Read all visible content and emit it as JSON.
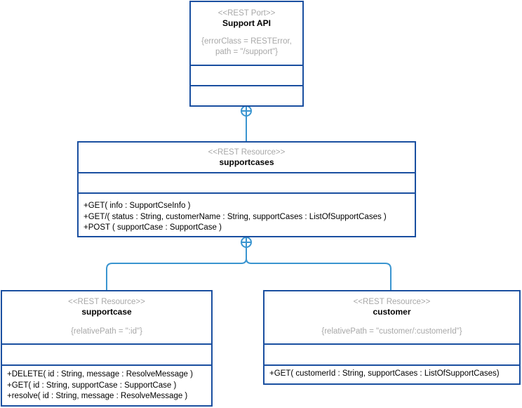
{
  "support_api": {
    "stereotype": "<<REST Port>>",
    "name": "Support API",
    "tags": [
      "{errorClass = RESTError,",
      "path = \"/support\"}"
    ]
  },
  "supportcases": {
    "stereotype": "<<REST Resource>>",
    "name": "supportcases",
    "operations": [
      "+GET( info : SupportCseInfo )",
      "+GET/( status : String, customerName : String, supportCases : ListOfSupportCases )",
      "+POST ( supportCase : SupportCase )"
    ]
  },
  "supportcase": {
    "stereotype": "<<REST Resource>>",
    "name": "supportcase",
    "tags": [
      "{relativePath = \":id\"}"
    ],
    "operations": [
      "+DELETE( id : String, message : ResolveMessage )",
      "+GET( id : String, supportCase : SupportCase )",
      "+resolve( id : String, message : ResolveMessage )"
    ]
  },
  "customer": {
    "stereotype": "<<REST Resource>>",
    "name": "customer",
    "tags": [
      "{relativePath = \"customer/:customerId\"}"
    ],
    "operations": [
      "+GET( customerId : String, supportCases : ListOfSupportCases)"
    ]
  },
  "colors": {
    "border": "#1a4fa0",
    "connector": "#3a95d0",
    "muted": "#a8a8a8"
  }
}
